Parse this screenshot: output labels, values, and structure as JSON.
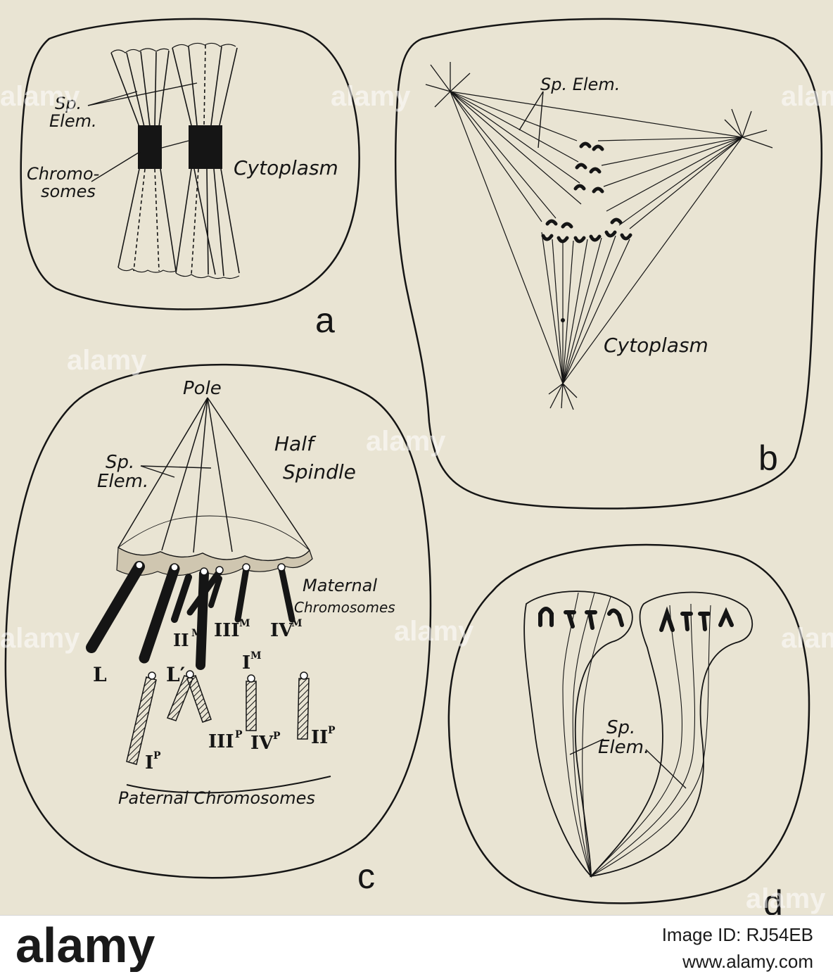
{
  "figure": {
    "panel_a": {
      "letter": "a",
      "sp_elem_line1": "Sp.",
      "sp_elem_line2": "Elem.",
      "chromosomes_line1": "Chromo-",
      "chromosomes_line2": "somes",
      "cytoplasm": "Cytoplasm"
    },
    "panel_b": {
      "letter": "b",
      "sp_elem": "Sp. Elem.",
      "cytoplasm": "Cytoplasm"
    },
    "panel_c": {
      "letter": "c",
      "pole": "Pole",
      "half_line1": "Half",
      "half_line2": "Spindle",
      "sp_elem_line1": "Sp.",
      "sp_elem_line2": "Elem.",
      "maternal_line1": "Maternal",
      "maternal_line2": "Chromosomes",
      "paternal": "Paternal Chromosomes",
      "maternal_labels": {
        "L": "L",
        "L_prime": "L′",
        "II_M": "II",
        "III_M": "III",
        "IV_M": "IV",
        "I_M": "I",
        "sup_M": "M"
      },
      "paternal_labels": {
        "I_P": "I",
        "III_P": "III",
        "IV_P": "IV",
        "II_P": "II",
        "sup_P": "P"
      }
    },
    "panel_d": {
      "letter": "d",
      "sp_elem_line1": "Sp.",
      "sp_elem_line2": "Elem."
    }
  },
  "watermark": "alamy",
  "footer": {
    "logo_text": "alamy",
    "image_id": "Image ID: RJ54EB",
    "site": "www.alamy.com"
  },
  "colors": {
    "paper": "#e9e4d3",
    "ink": "#151515",
    "footer_bg": "#ffffff"
  }
}
